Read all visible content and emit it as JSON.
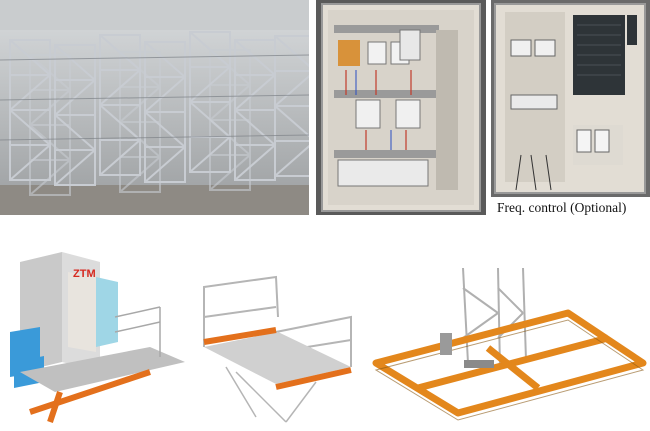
{
  "captions": {
    "freq_control": "Freq. control (Optional)"
  },
  "branding": {
    "logo_text": "ZTM"
  },
  "colors": {
    "mast_steel": "#b8bcc2",
    "cabinet_grey": "#e2ddd4",
    "safety_orange": "#e3701c",
    "motor_blue": "#3a9ad9",
    "cage_grey": "#bdbdbd"
  },
  "panels": [
    {
      "name": "mast-sections-warehouse-photo",
      "description_icon": "mast-stack-photo"
    },
    {
      "name": "control-cabinet-photo",
      "description_icon": "cabinet-photo"
    },
    {
      "name": "freq-control-cabinet-photo",
      "description_icon": "cabinet-photo"
    },
    {
      "name": "hoist-cage-render",
      "description_icon": "cage-render"
    },
    {
      "name": "landing-platform-render",
      "description_icon": "platform-render"
    },
    {
      "name": "mast-base-frame-render",
      "description_icon": "base-frame-render"
    }
  ]
}
